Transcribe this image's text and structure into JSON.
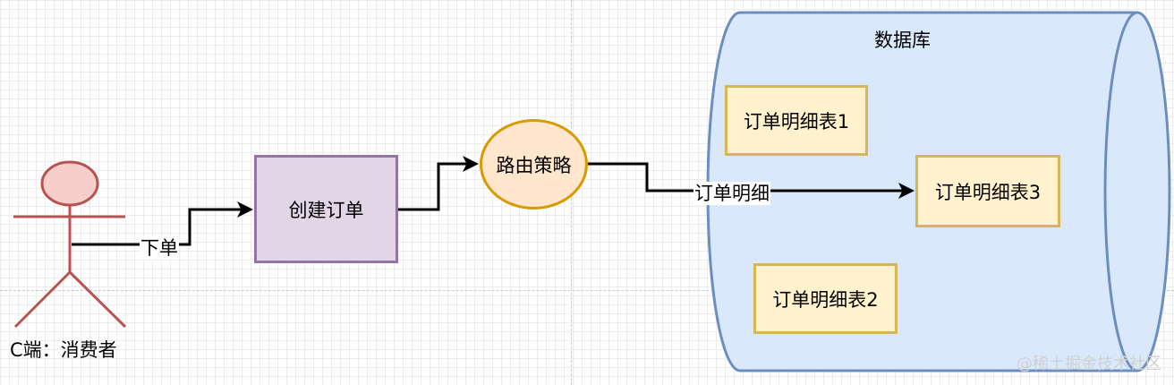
{
  "actor": {
    "label": "C端：消费者"
  },
  "edges": {
    "place_order": "下单",
    "order_detail": "订单明细"
  },
  "nodes": {
    "create_order": "创建订单",
    "routing_strategy": "路由策略"
  },
  "database": {
    "title": "数据库",
    "tables": [
      "订单明细表1",
      "订单明细表3",
      "订单明细表2"
    ]
  },
  "watermark": "@稀土掘金技术社区",
  "colors": {
    "actor_fill": "#f8cecc",
    "actor_stroke": "#b85450",
    "create_order_fill": "#e1d5e7",
    "create_order_stroke": "#9673a6",
    "routing_fill": "#ffe6cc",
    "routing_stroke": "#d79b00",
    "database_fill": "#dae8fc",
    "database_stroke": "#6c8ebf",
    "table_fill": "#fff2cc",
    "table_stroke": "#d6b656",
    "connector": "#000000"
  }
}
